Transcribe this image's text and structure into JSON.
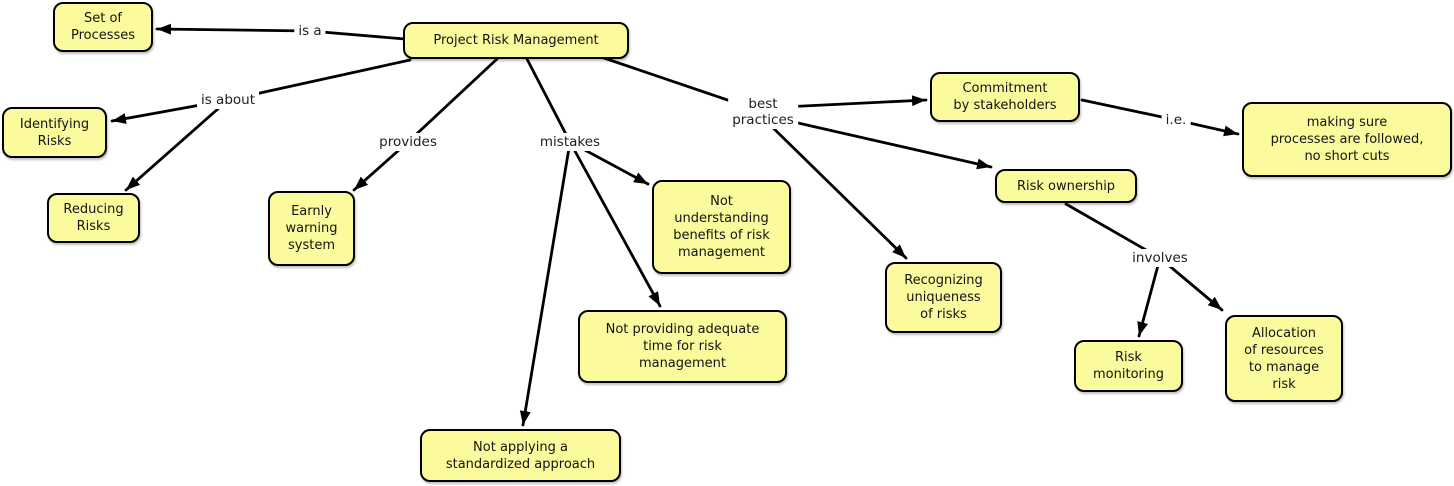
{
  "diagram": {
    "title": "Project Risk Management concept map",
    "colors": {
      "node_fill": "#fbfb9d",
      "node_border": "#000000",
      "line_color": "#000000",
      "text_color": "#141414",
      "background": "#ffffff"
    },
    "nodes": {
      "project_risk_management": "Project Risk Management",
      "set_of_processes": "Set of\nProcesses",
      "identifying_risks": "Identifying\nRisks",
      "reducing_risks": "Reducing\nRisks",
      "early_warning_system": "Earnly\nwarning\nsystem",
      "not_understanding": "Not\nunderstanding\nbenefits of risk\nmanagement",
      "not_providing": "Not providing adequate\ntime for risk\nmanagement",
      "not_applying": "Not applying a\nstandardized approach",
      "commitment_by_stakeholders": "Commitment\nby stakeholders",
      "making_sure": "making sure\nprocesses are followed,\nno short cuts",
      "risk_ownership": "Risk ownership",
      "recognizing_uniqueness": "Recognizing\nuniqueness\nof risks",
      "risk_monitoring": "Risk\nmonitoring",
      "allocation_of_resources": "Allocation\nof resources\nto manage\nrisk"
    },
    "links": {
      "is_a": "is a",
      "is_about": "is about",
      "provides": "provides",
      "mistakes": "mistakes",
      "best_practices": "best\npractices",
      "ie": "i.e.",
      "involves": "involves"
    }
  }
}
